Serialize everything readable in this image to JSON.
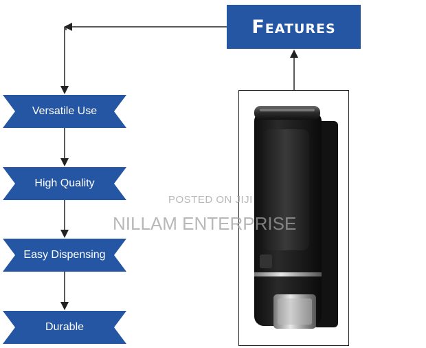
{
  "header": {
    "title": "Features"
  },
  "features": [
    {
      "label": "Versatile Use"
    },
    {
      "label": "High Quality"
    },
    {
      "label": "Easy Dispensing"
    },
    {
      "label": "Durable"
    }
  ],
  "watermark": {
    "line1": "POSTED ON JIJI",
    "line2": "NILLAM ENTERPRISE"
  },
  "colors": {
    "brand_blue": "#2456a4",
    "product_black": "#1d1d1d"
  }
}
